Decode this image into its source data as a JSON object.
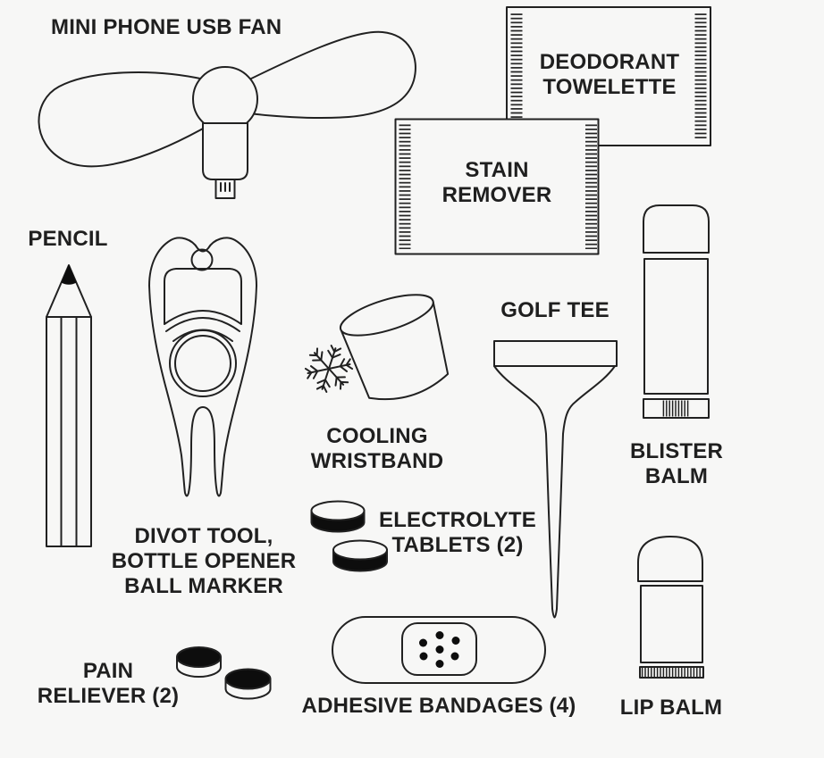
{
  "page": {
    "background_color": "#f7f7f6",
    "line_color": "#212121",
    "text_color": "#1f1f1f"
  },
  "items": {
    "fan": {
      "label": "MINI PHONE USB FAN"
    },
    "deodorant_towelette": {
      "label": "DEODORANT\nTOWELETTE"
    },
    "stain_remover": {
      "label": "STAIN\nREMOVER"
    },
    "pencil": {
      "label": "PENCIL"
    },
    "divot_tool": {
      "label": "DIVOT TOOL,\nBOTTLE OPENER\nBALL MARKER"
    },
    "cooling_wristband": {
      "label": "COOLING\nWRISTBAND"
    },
    "golf_tee": {
      "label": "GOLF TEE"
    },
    "blister_balm": {
      "label": "BLISTER\nBALM"
    },
    "electrolyte_tablets": {
      "label": "ELECTROLYTE\nTABLETS (2)"
    },
    "pain_reliever": {
      "label": "PAIN\nRELIEVER (2)"
    },
    "adhesive_bandages": {
      "label": "ADHESIVE BANDAGES (4)"
    },
    "lip_balm": {
      "label": "LIP BALM"
    }
  }
}
